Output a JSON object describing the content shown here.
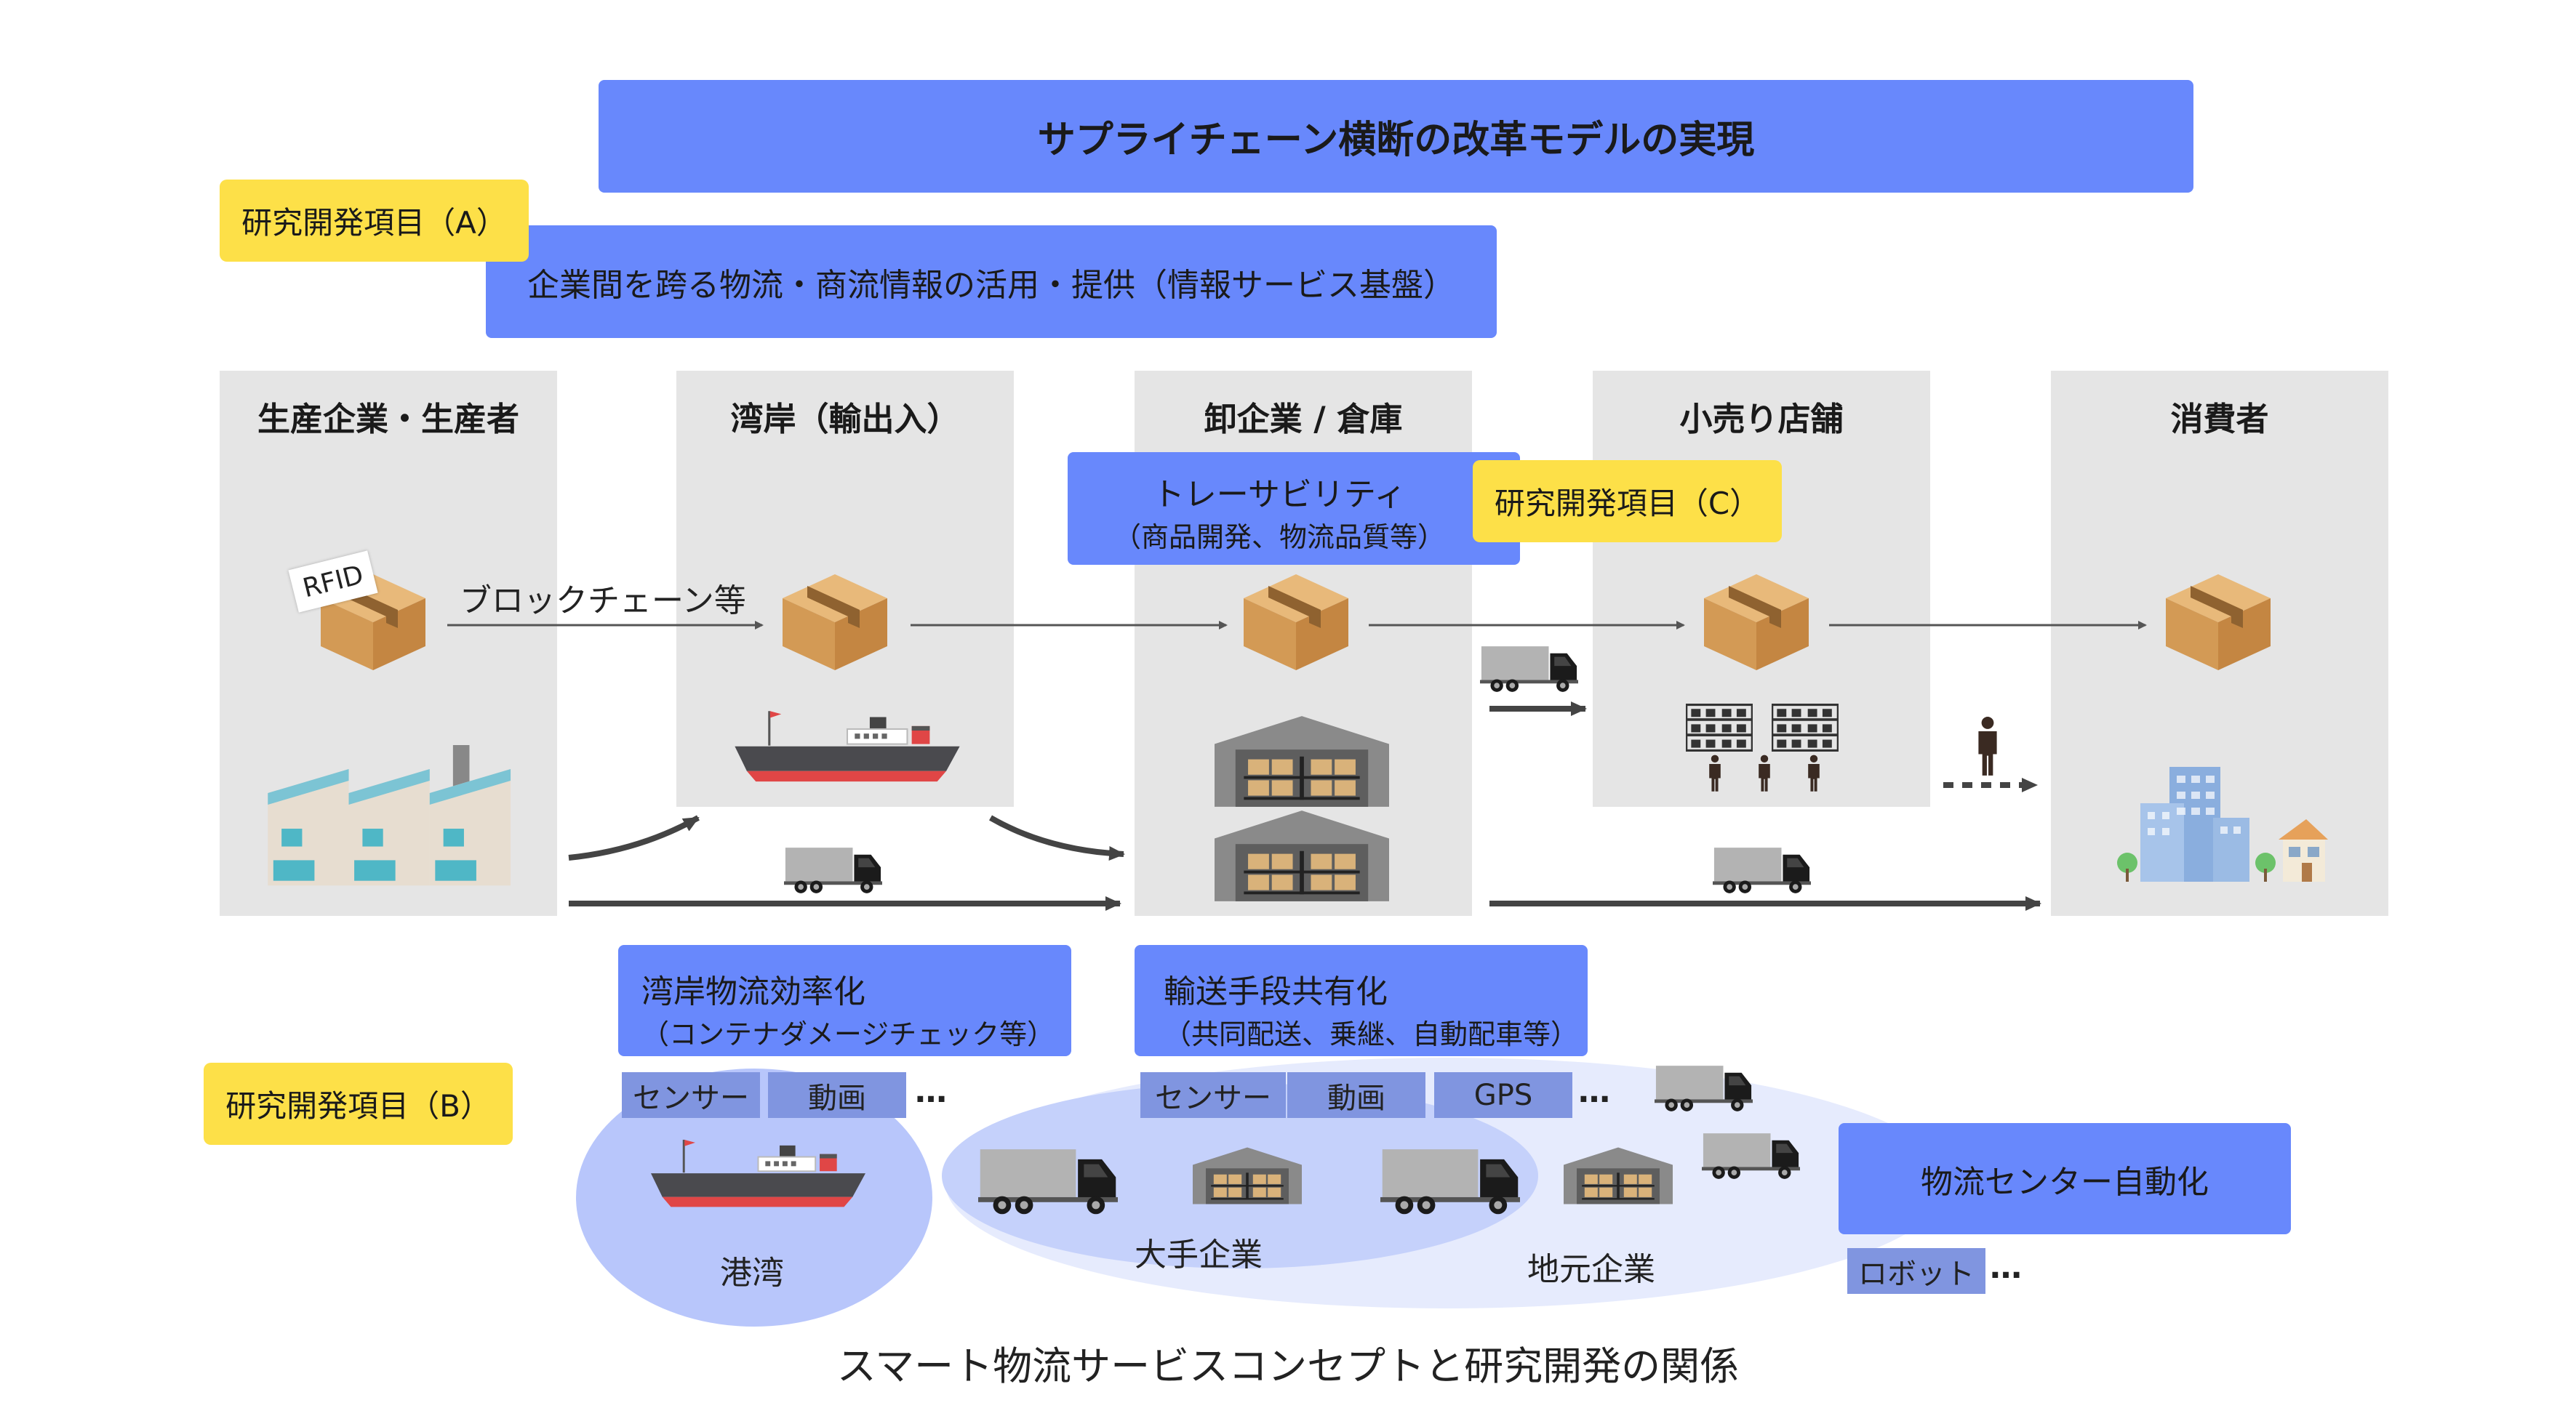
{
  "title": "サプライチェーン横断の改革モデルの実現",
  "rd_a": "研究開発項目（A）",
  "rd_b": "研究開発項目（B）",
  "rd_c": "研究開発項目（C）",
  "info_platform": "企業間を跨る物流・商流情報の活用・提供（情報サービス基盤）",
  "stages": [
    {
      "label": "生産企業・生産者"
    },
    {
      "label": "湾岸（輸出入）"
    },
    {
      "label": "卸企業 / 倉庫"
    },
    {
      "label": "小売り店舗"
    },
    {
      "label": "消費者"
    }
  ],
  "rfid": "RFID",
  "blockchain": "ブロックチェーン等",
  "traceability": {
    "line1": "トレーサビリティ",
    "line2": "（商品開発、物流品質等）"
  },
  "port_efficiency": {
    "line1": "湾岸物流効率化",
    "line2": "（コンテナダメージチェック等）"
  },
  "shared_transport": {
    "line1": "輸送手段共有化",
    "line2": "（共同配送、乗継、自動配車等）"
  },
  "tags_port": [
    "センサー",
    "動画"
  ],
  "tags_transport": [
    "センサー",
    "動画",
    "GPS"
  ],
  "ellipsis": "…",
  "port_label": "港湾",
  "large_company": "大手企業",
  "local_company": "地元企業",
  "center_automation": "物流センター自動化",
  "robot": "ロボット",
  "caption": "スマート物流サービスコンセプトと研究開発の関係",
  "colors": {
    "accent_blue": "#6888fc",
    "highlight_yellow": "#fde048",
    "panel_gray": "#e5e5e5",
    "tag_blue": "#8095e0"
  }
}
